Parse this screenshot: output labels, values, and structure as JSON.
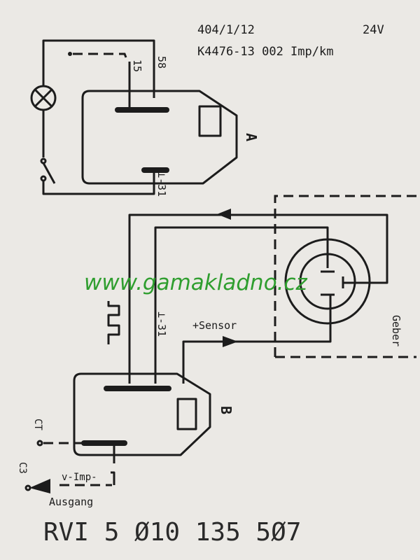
{
  "header": {
    "code": "404/1/12",
    "voltage": "24V",
    "part_line": "K4476-13 002 Imp/km"
  },
  "connector_a": {
    "label": "A",
    "pin_15": "15",
    "pin_58": "58",
    "ground": "⊥-31"
  },
  "sensor": {
    "label": "Geber",
    "plus_sensor": "+Sensor",
    "ground": "⊥-31"
  },
  "connector_b": {
    "label": "B",
    "ct": "CT",
    "c3": "C3",
    "v_imp": "v-Imp-",
    "output": "Ausgang"
  },
  "footer": {
    "part_number": "RVI 5 Ø10 135 5Ø7"
  },
  "watermark": "www.gamakladno.cz"
}
